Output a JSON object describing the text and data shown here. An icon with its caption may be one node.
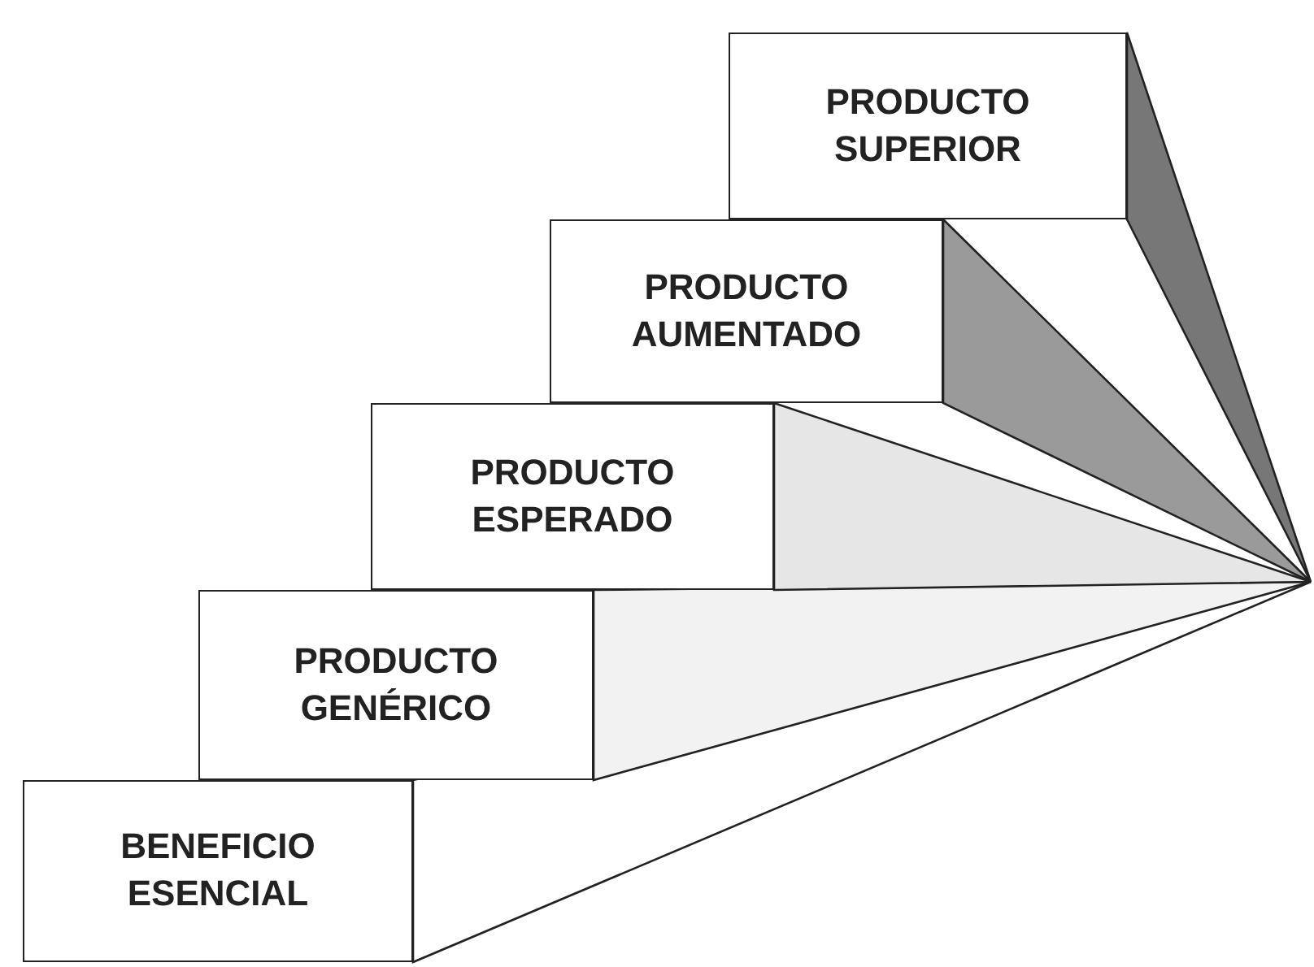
{
  "diagram": {
    "nodes": [
      {
        "text": [
          "BENEFICIO ESENCIAL"
        ]
      },
      {
        "text": [
          "PRODUCTO GENÉRICO"
        ]
      },
      {
        "text": [
          "PRODUCTO ESPERADO"
        ]
      },
      {
        "text": [
          "PRODUCTO AUMENTADO"
        ]
      },
      {
        "text": [
          "PRODUCTO SUPERIOR"
        ]
      }
    ]
  }
}
